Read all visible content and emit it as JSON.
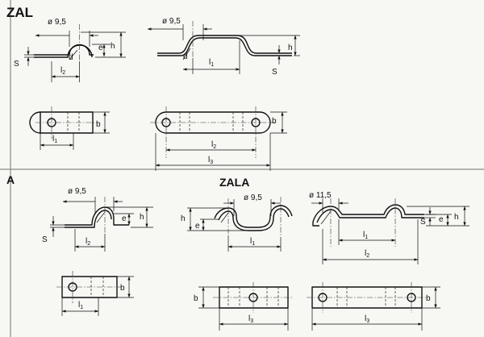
{
  "titles": {
    "top": "ZAL",
    "bottom": "ZALA",
    "corner": "A"
  },
  "labels": {
    "dia_95": "ø 9,5",
    "dia_115": "ø 11,5",
    "b": "b",
    "e": "e",
    "h": "h",
    "s": "S",
    "d": "d",
    "l1": "l",
    "l1_sub": "1",
    "l2": "l",
    "l2_sub": "2",
    "l3": "l",
    "l3_sub": "3"
  }
}
